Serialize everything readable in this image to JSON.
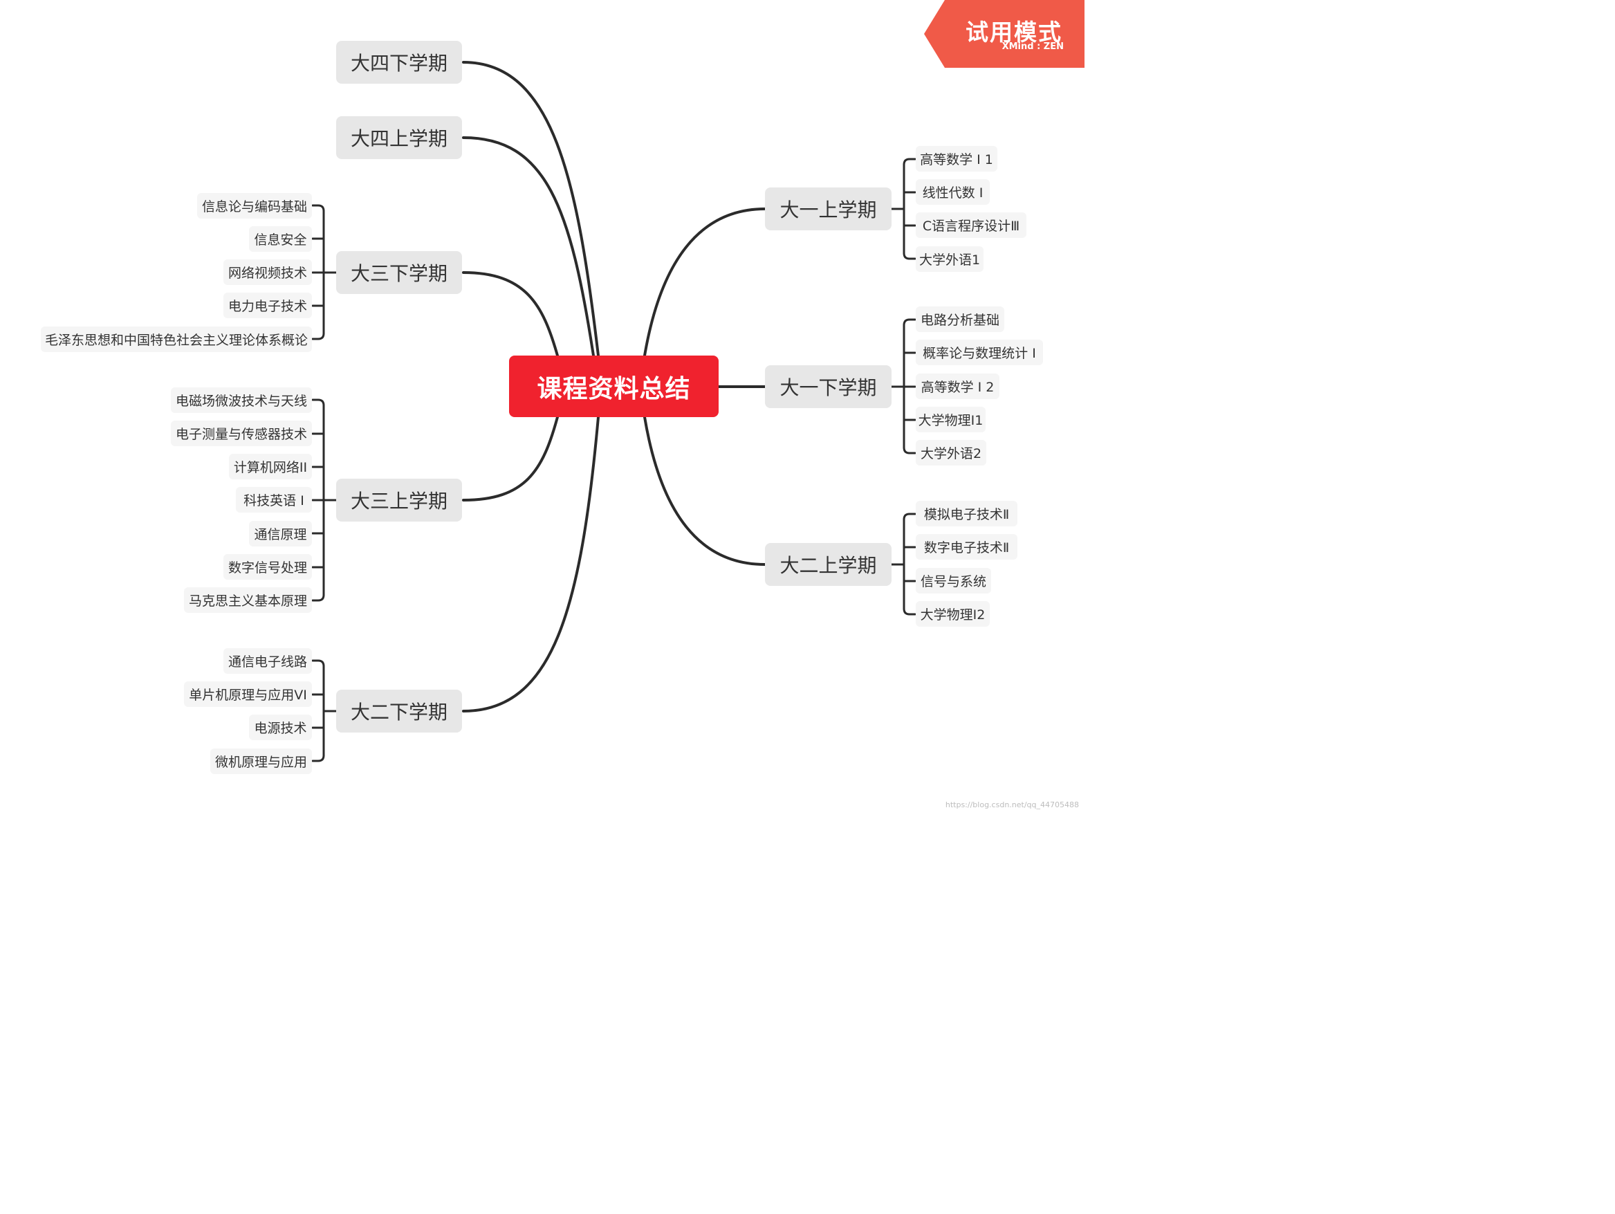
{
  "badge": {
    "title": "试用模式",
    "subtitle": "XMind : ZEN"
  },
  "center": "课程资料总结",
  "branches": {
    "y4s2": {
      "label": "大四下学期",
      "children": []
    },
    "y4s1": {
      "label": "大四上学期",
      "children": []
    },
    "y3s2": {
      "label": "大三下学期",
      "children": [
        "信息论与编码基础",
        "信息安全",
        "网络视频技术",
        "电力电子技术",
        "毛泽东思想和中国特色社会主义理论体系概论"
      ]
    },
    "y3s1": {
      "label": "大三上学期",
      "children": [
        "电磁场微波技术与天线",
        "电子测量与传感器技术",
        "计算机网络II",
        "科技英语 I",
        "通信原理",
        "数字信号处理",
        "马克思主义基本原理"
      ]
    },
    "y2s2": {
      "label": "大二下学期",
      "children": [
        "通信电子线路",
        "单片机原理与应用VI",
        "电源技术",
        "微机原理与应用"
      ]
    },
    "y1s1": {
      "label": "大一上学期",
      "children": [
        "高等数学 I 1",
        "线性代数 I",
        "C语言程序设计Ⅲ",
        "大学外语1"
      ]
    },
    "y1s2": {
      "label": "大一下学期",
      "children": [
        "电路分析基础",
        "概率论与数理统计 I",
        "高等数学 I 2",
        "大学物理I1",
        "大学外语2"
      ]
    },
    "y2s1": {
      "label": "大二上学期",
      "children": [
        "模拟电子技术Ⅱ",
        "数字电子技术Ⅱ",
        "信号与系统",
        "大学物理I2"
      ]
    }
  },
  "watermark": "https://blog.csdn.net/qq_44705488",
  "colors": {
    "center": "#f0222e",
    "badge": "#f05a48",
    "connector": "#2b2b2b",
    "branch_bg": "#e7e7e7",
    "leaf_bg": "#f5f5f5"
  }
}
